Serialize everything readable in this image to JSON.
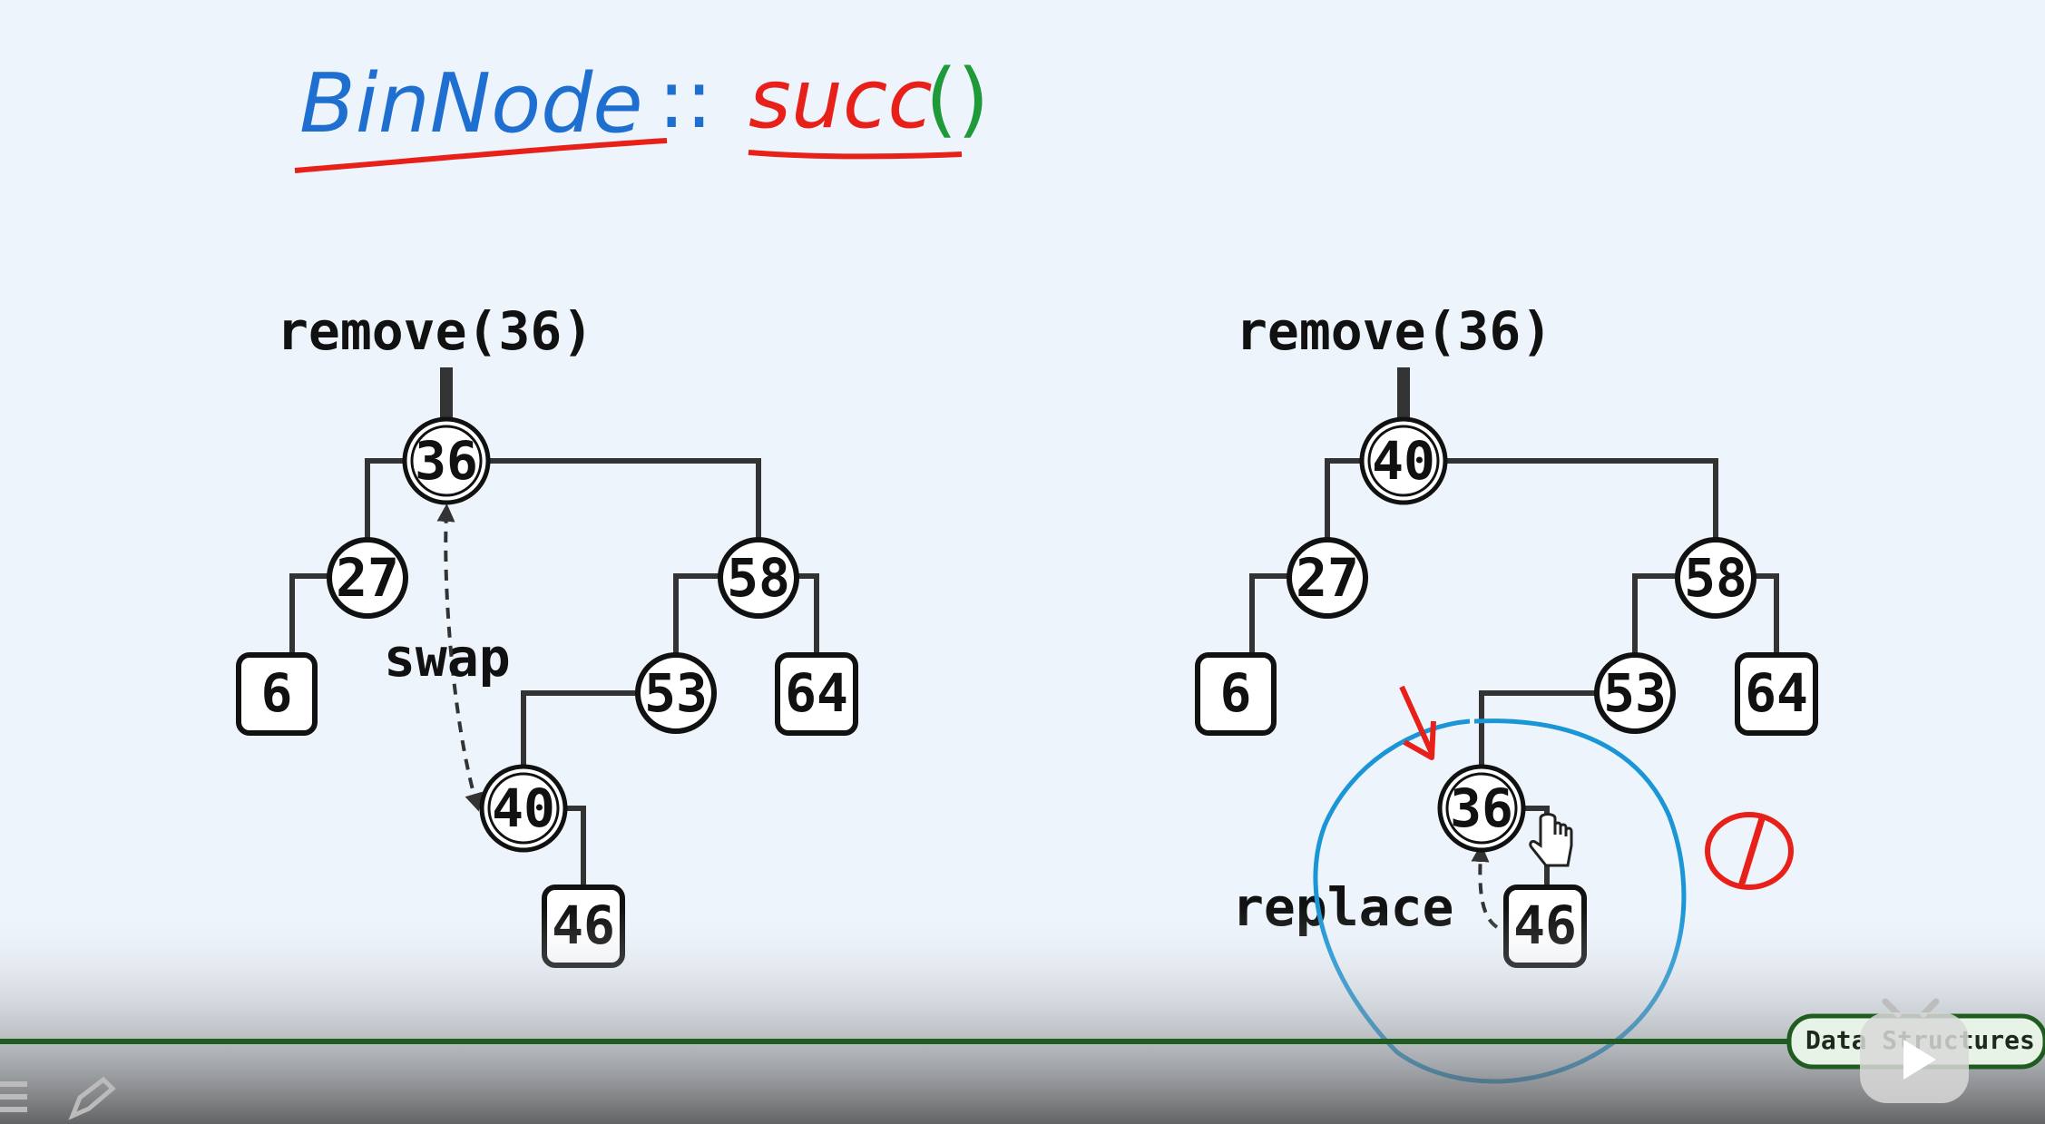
{
  "title": {
    "part1": "BinNode",
    "sep": "::",
    "part2": "succ",
    "parens": "()"
  },
  "colors": {
    "blue_ink": "#1f6fd1",
    "red_ink": "#e8201a",
    "green_ink": "#1e9a3a",
    "node_stroke": "#111111",
    "bar": "#1f5c1f"
  },
  "left_panel": {
    "command": "remove(36)",
    "annotation": "swap",
    "nodes": {
      "n36": "36",
      "n27": "27",
      "n58": "58",
      "n6": "6",
      "n53": "53",
      "n64": "64",
      "n40": "40",
      "n46": "46"
    }
  },
  "right_panel": {
    "command": "remove(36)",
    "annotation": "replace",
    "nodes": {
      "n40": "40",
      "n27": "27",
      "n58": "58",
      "n6": "6",
      "n53": "53",
      "n64": "64",
      "n36": "36",
      "n46": "46"
    },
    "mark": "/"
  },
  "footer": {
    "brand": "Data Structures"
  },
  "icons": {
    "pointer": "hand-pointer-icon",
    "play": "play-icon",
    "logo": "tv-logo-icon"
  }
}
